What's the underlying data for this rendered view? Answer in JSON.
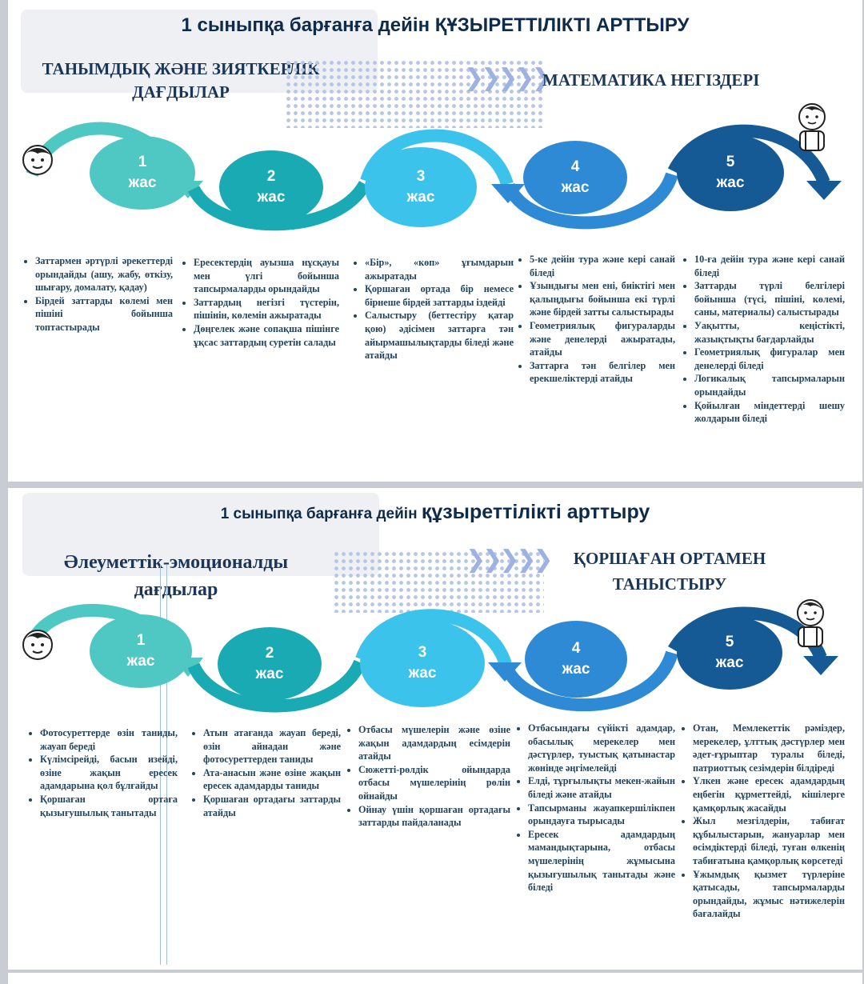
{
  "panel1": {
    "title": "1 сыныпқа барғанға дейін ҚҰЗЫРЕТТІЛІКТІ АРТТЫРУ",
    "left_heading": "ТАНЫМДЫҚ ЖӘНЕ ЗИЯТКЕРЛІК ДАҒДЫЛАР",
    "right_heading": "МАТЕМАТИКА НЕГІЗДЕРІ",
    "ages": [
      {
        "num": "1",
        "unit": "жас",
        "color": "#4fc7c3"
      },
      {
        "num": "2",
        "unit": "жас",
        "color": "#1aaab4"
      },
      {
        "num": "3",
        "unit": "жас",
        "color": "#3bc3ec"
      },
      {
        "num": "4",
        "unit": "жас",
        "color": "#2f8ad6"
      },
      {
        "num": "5",
        "unit": "жас",
        "color": "#155a95"
      }
    ],
    "columns": [
      [
        "Заттармен әртүрлі әрекеттерді орындайды (ашу, жабу, өткізу, шығару, домалату, қадау)",
        "Бірдей заттарды көлемі мен пішіні бойынша топтастырады"
      ],
      [
        "Ересектердің ауызша нұсқауы мен үлгі бойынша тапсырмаларды орындайды",
        "Заттардың негізгі түстерін, пішінін, көлемін ажыратады",
        "Дөңгелек және сопақша пішінге ұқсас заттардың суретін салады"
      ],
      [
        "«Бір», «көп» ұғымдарын ажыратады",
        "Қоршаған ортада бір немесе бірнеше бірдей заттарды іздейді",
        "Салыстыру (беттестіру қатар қою) әдісімен заттарға тән айырмашылықтарды біледі және атайды"
      ],
      [
        "5-ке дейін тура және кері санай біледі",
        "Ұзындығы мен ені, биіктігі мен қалыңдығы бойынша екі түрлі және бірдей затты салыстырады",
        "Геометриялық фигураларды және денелерді ажыратады, атайды",
        "Заттарға тән белгілер мен ерекшеліктерді атайды"
      ],
      [
        "10-ға дейін тура және кері санай біледі",
        "Заттарды түрлі белгілері бойынша (түсі, пішіні, көлемі, саны, материалы) салыстырады",
        "Уақытты, кеңістікті, жазықтықты бағдарлайды",
        "Геометриялық фигуралар мен денелерді біледі",
        "Логикалық тапсырмаларын орындайды",
        "Қойылған міндеттерді шешу жолдарын біледі"
      ]
    ]
  },
  "panel2": {
    "title_plain": "1 сыныпқа барғанға дейін ",
    "title_big": "құзыреттілікті арттыру",
    "left_heading": "Әлеуметтік-эмоционалды дағдылар",
    "right_heading": "ҚОРШАҒАН ОРТАМЕН ТАНЫСТЫРУ",
    "ages": [
      {
        "num": "1",
        "unit": "жас",
        "color": "#4fc7c3"
      },
      {
        "num": "2",
        "unit": "жас",
        "color": "#1aaab4"
      },
      {
        "num": "3",
        "unit": "жас",
        "color": "#3bc3ec"
      },
      {
        "num": "4",
        "unit": "жас",
        "color": "#2f8ad6"
      },
      {
        "num": "5",
        "unit": "жас",
        "color": "#155a95"
      }
    ],
    "columns": [
      [
        "Фотосуреттерде өзін таниды, жауап береді",
        "Күлімсірейді, басын изейді, өзіне жақын ересек адамдарына қол бұлғайды",
        "Қоршаған ортаға қызығушылық танытады"
      ],
      [
        "Атын атағанда жауап береді, өзін айнадан және фотосуреттерден таниды",
        "Ата-анасын және өзіне жақын ересек адамдарды таниды",
        "Қоршаған ортадағы заттарды атайды"
      ],
      [
        "Отбасы мүшелерін және өзіне жақын адамдардың есімдерін атайды",
        "Сюжетті-рөлдік ойындарда отбасы мүшелерінің рөлін ойнайды",
        "Ойнау үшін қоршаған ортадағы заттарды пайдаланады"
      ],
      [
        "Отбасындағы сүйікті адамдар, обасылық мерекелер мен дәстүрлер, туыстық қатынастар жөнінде әңгімелейді",
        "Елді, тұрғылықты мекен-жайын біледі және атайды",
        "Тапсырманы жауапкершілікпен орындауға тырысады",
        "Ересек адамдардың мамандықтарына, отбасы мүшелерінің жұмысына қызығушылық танытады және біледі"
      ],
      [
        "Отан, Мемлекеттік рәміздер, мерекелер, ұлттық дәстүрлер мен әдет-ғұрыптар туралы біледі, патриоттық сезімдерін білдіреді",
        "Үлкен және ересек адамдардың еңбегін құрметтейді, кішілерге қамқорлық жасайды",
        "Жыл мезгілдерін, табиғат құбылыстарын, жануарлар мен өсімдіктерді біледі, туған өлкенің табиғатына қамқорлық көрсетеді",
        "Ұжымдық қызмет түрлеріне қатысады, тапсырмаларды орындайды, жұмыс нәтижелерін бағалайды"
      ]
    ]
  }
}
